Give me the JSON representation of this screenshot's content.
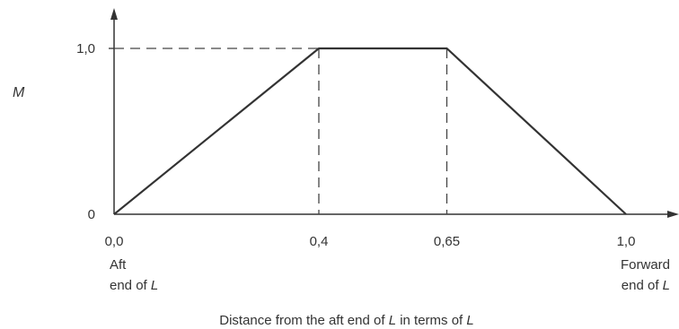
{
  "chart_data": {
    "type": "line",
    "series": [
      {
        "x": [
          0.0,
          0.4,
          0.65,
          1.0
        ],
        "y": [
          0.0,
          1.0,
          1.0,
          0.0
        ]
      }
    ],
    "x_ticks": [
      {
        "value": 0.0,
        "label": "0,0"
      },
      {
        "value": 0.4,
        "label": "0,4"
      },
      {
        "value": 0.65,
        "label": "0,65"
      },
      {
        "value": 1.0,
        "label": "1,0"
      }
    ],
    "y_ticks": [
      {
        "value": 0.0,
        "label": "0"
      },
      {
        "value": 1.0,
        "label": "1,0"
      }
    ],
    "ylabel": "M",
    "xlabel": {
      "main": "Distance from the aft end of ",
      "var": "L",
      "rest": " in terms of ",
      "var2": "L"
    },
    "annotations": {
      "aft": {
        "line1": "Aft",
        "line2_pre": "end of ",
        "line2_var": "L"
      },
      "forward": {
        "line1": "Forward",
        "line2_pre": "end of ",
        "line2_var": "L"
      }
    },
    "xlim": [
      0.0,
      1.0
    ],
    "ylim": [
      0.0,
      1.0
    ],
    "line_color": "#333333",
    "dash_color": "#444444"
  }
}
